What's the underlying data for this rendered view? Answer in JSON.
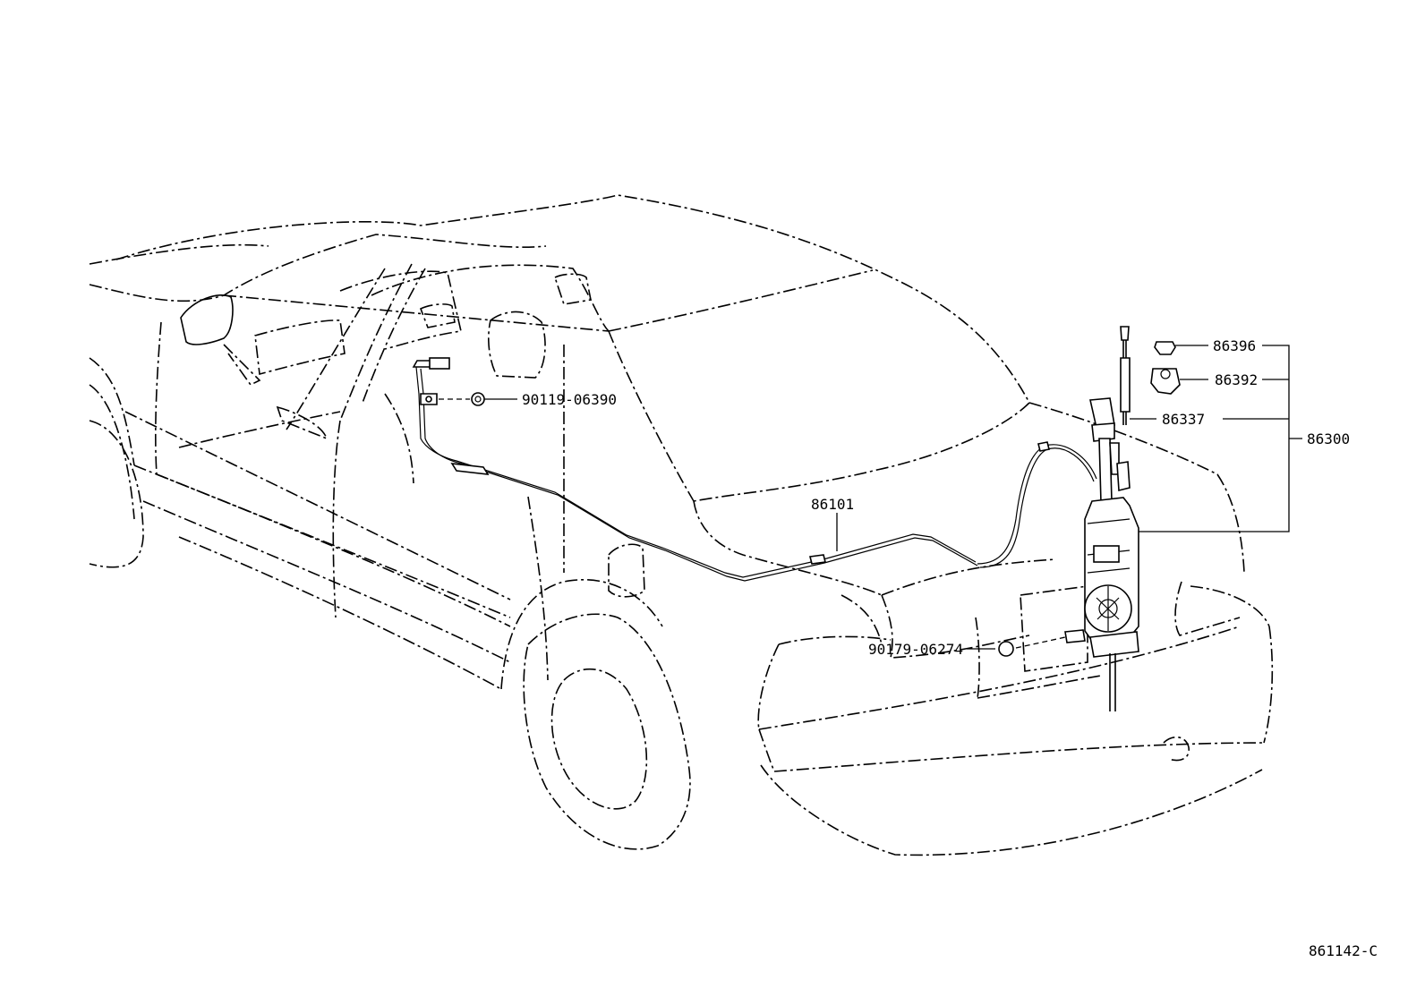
{
  "parts": {
    "p86396": "86396",
    "p86392": "86392",
    "p86337": "86337",
    "p86300": "86300",
    "p86101": "86101",
    "p90119": "90119-06390",
    "p90179": "90179-06274"
  },
  "diagram_code": "861142-C"
}
